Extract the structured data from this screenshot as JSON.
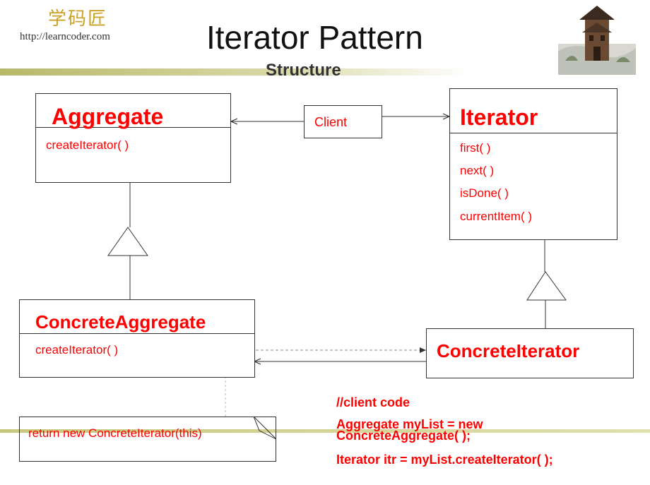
{
  "logo": {
    "cn": "学码匠",
    "url": "http://learncoder.com"
  },
  "header": {
    "title": "Iterator Pattern",
    "subtitle": "Structure"
  },
  "classes": {
    "aggregate": {
      "name": "Aggregate",
      "ops": [
        "createIterator( )"
      ]
    },
    "client": {
      "name": "Client"
    },
    "iterator": {
      "name": "Iterator",
      "ops": [
        "first( )",
        "next( )",
        "isDone( )",
        "currentItem( )"
      ]
    },
    "concrete_aggregate": {
      "name": "ConcreteAggregate",
      "ops": [
        "createIterator( )"
      ]
    },
    "concrete_iterator": {
      "name": "ConcreteIterator"
    }
  },
  "note": {
    "text": "return new ConcreteIterator(this)"
  },
  "code": {
    "comment": "//client code",
    "line1a": "Aggregate myList = new",
    "line1b": "ConcreteAggregate( );",
    "line2": "Iterator itr = myList.createIterator( );"
  },
  "colors": {
    "class_text": "#ff0000",
    "border": "#333333",
    "band": "#c7c77c"
  }
}
